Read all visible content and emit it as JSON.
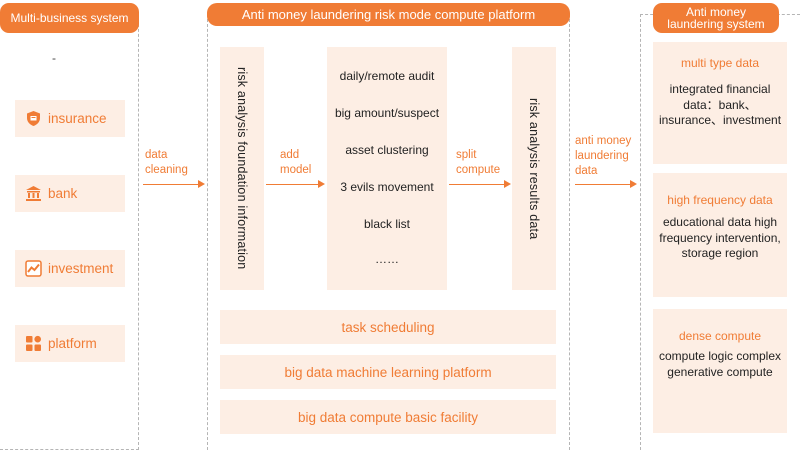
{
  "left": {
    "title": "Multi-business system",
    "dot": "-",
    "items": [
      {
        "label": "insurance",
        "icon": "insurance-shield-icon"
      },
      {
        "label": "bank",
        "icon": "bank-building-icon"
      },
      {
        "label": "investment",
        "icon": "investment-chart-icon"
      },
      {
        "label": "platform",
        "icon": "platform-grid-icon"
      }
    ]
  },
  "center": {
    "title": "Anti money laundering risk mode compute platform",
    "foundation": "risk analysis foundation information",
    "models": [
      "daily/remote audit",
      "big amount/suspect",
      "asset clustering",
      "3 evils movement",
      "black list",
      "……"
    ],
    "results": "risk analysis results data",
    "bars": [
      "task scheduling",
      "big data machine learning platform",
      "big data compute basic facility"
    ]
  },
  "flows": {
    "data_cleaning": "data cleaning",
    "add_model": "add model",
    "split_compute": "split compute",
    "aml_data": "anti money laundering data"
  },
  "right": {
    "title": "Anti money laundering system",
    "boxes": [
      {
        "title": "multi type data",
        "body": "integrated financial data：bank、insurance、investment"
      },
      {
        "title": "high frequency data",
        "body": "educational data high frequency intervention, storage region"
      },
      {
        "title": "dense compute",
        "body": "compute logic complex generative compute"
      }
    ]
  },
  "colors": {
    "accent": "#f07c35",
    "soft": "#fdeee4",
    "dash": "#b5b5b5"
  }
}
